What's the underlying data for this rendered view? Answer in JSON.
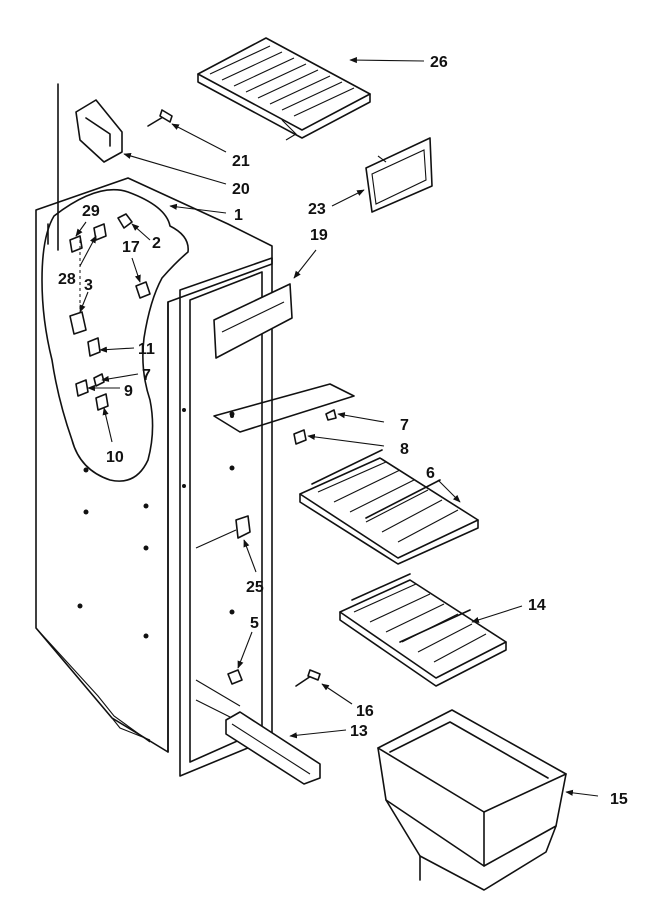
{
  "labels": {
    "p1": "1",
    "p2": "2",
    "p3": "3",
    "p5": "5",
    "p6": "6",
    "p7a": "7",
    "p7b": "7",
    "p8": "8",
    "p9": "9",
    "p10": "10",
    "p11": "11",
    "p13": "13",
    "p14": "14",
    "p15": "15",
    "p16": "16",
    "p17": "17",
    "p19": "19",
    "p20": "20",
    "p21": "21",
    "p23": "23",
    "p25": "25",
    "p26": "26",
    "p28": "28",
    "p29": "29"
  },
  "colors": {
    "ink": "#111111",
    "paper": "#ffffff"
  }
}
